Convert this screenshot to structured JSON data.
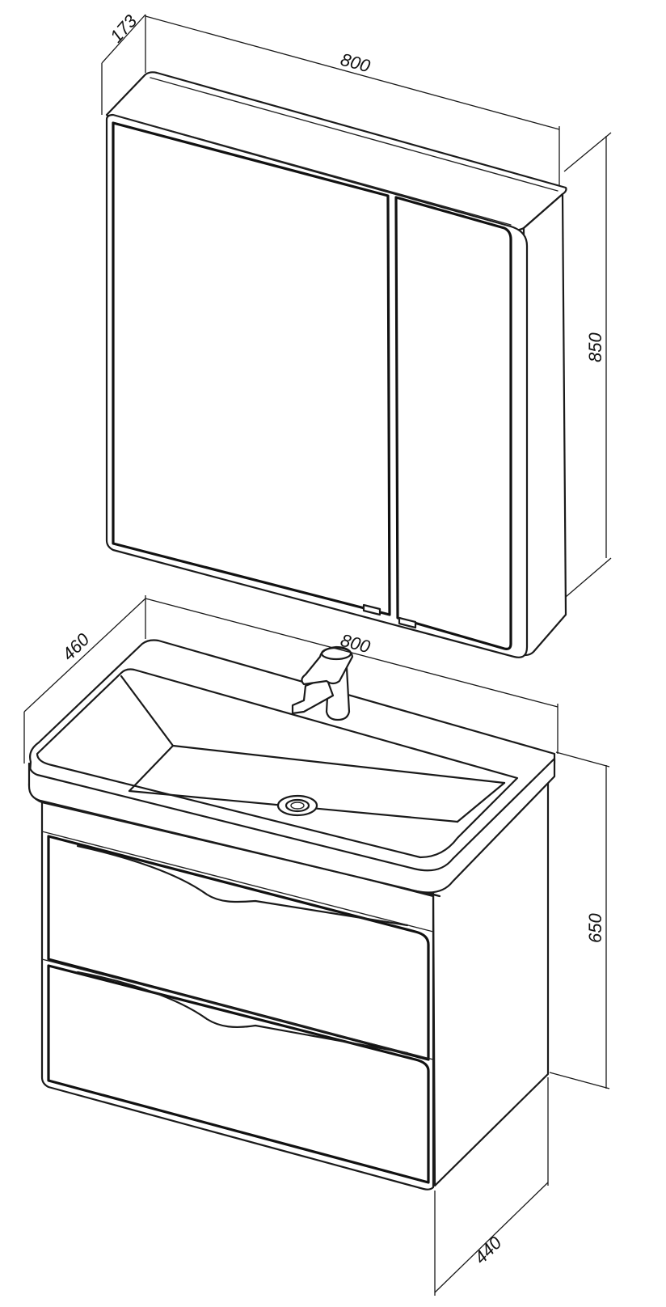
{
  "dimensions": {
    "mirror_cabinet": {
      "depth": "173",
      "width": "800",
      "height": "850"
    },
    "vanity": {
      "depth_top": "460",
      "width": "800",
      "height": "650",
      "depth_bottom": "440"
    }
  },
  "colors": {
    "line": "#1a1a1a",
    "background": "#ffffff"
  }
}
